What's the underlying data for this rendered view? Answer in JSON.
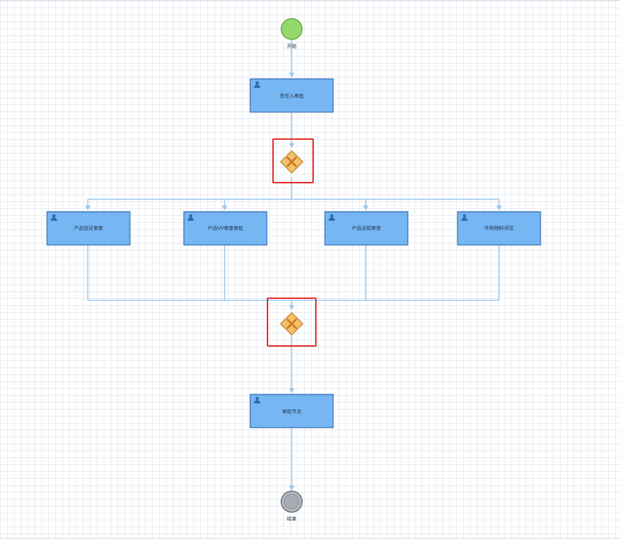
{
  "diagram": {
    "nodes": {
      "start": {
        "label": "开始"
      },
      "approval_owner": {
        "label": "责任人审批"
      },
      "task_1": {
        "label": "产品验证审查"
      },
      "task_2": {
        "label": "产品VV审查审批"
      },
      "task_3": {
        "label": "产品法规审查"
      },
      "task_4": {
        "label": "外购物料评估"
      },
      "approval_node": {
        "label": "审批节点"
      },
      "end": {
        "label": "结束"
      }
    },
    "icons": {
      "task": "user-icon",
      "gateway": "exclusive-gateway-icon",
      "start": "start-event-icon",
      "end": "end-event-icon"
    },
    "colors": {
      "task_fill": "#75b6f3",
      "task_border": "#3f79bf",
      "connector": "#9ac7ef",
      "gateway_fill": "#f3c16c",
      "gateway_border": "#c8872e",
      "highlight": "#e72525",
      "start_fill": "#95d86b",
      "end_fill": "#bbbec4"
    }
  }
}
